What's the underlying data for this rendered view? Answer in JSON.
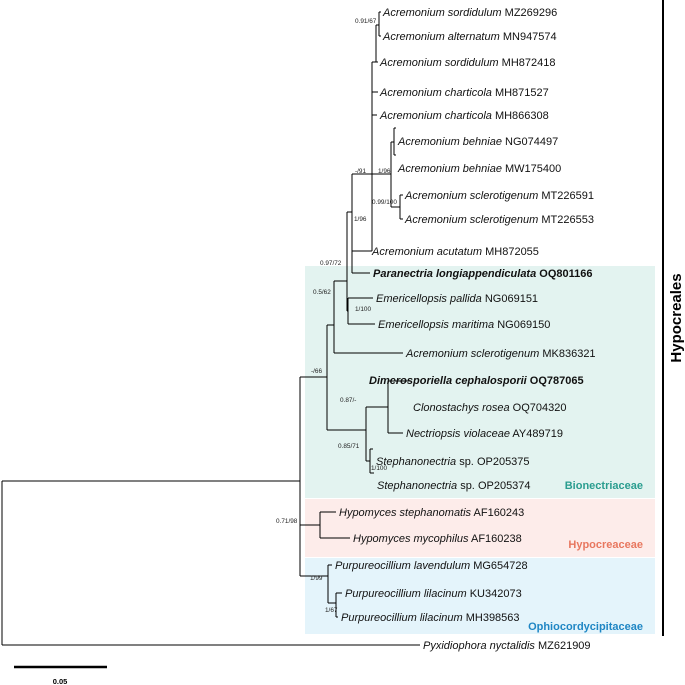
{
  "taxa": [
    {
      "species": "Acremonium sordidulum",
      "accession": "MZ269296",
      "bold": false
    },
    {
      "species": "Acremonium alternatum",
      "accession": "MN947574",
      "bold": false
    },
    {
      "species": "Acremonium sordidulum",
      "accession": "MH872418",
      "bold": false
    },
    {
      "species": "Acremonium charticola",
      "accession": "MH871527",
      "bold": false
    },
    {
      "species": "Acremonium charticola",
      "accession": "MH866308",
      "bold": false
    },
    {
      "species": "Acremonium behniae",
      "accession": "NG074497",
      "bold": false
    },
    {
      "species": "Acremonium behniae",
      "accession": "MW175400",
      "bold": false
    },
    {
      "species": "Acremonium sclerotigenum",
      "accession": "MT226591",
      "bold": false
    },
    {
      "species": "Acremonium sclerotigenum",
      "accession": "MT226553",
      "bold": false
    },
    {
      "species": "Acremonium acutatum",
      "accession": "MH872055",
      "bold": false
    },
    {
      "species": "Paranectria longiappendiculata",
      "accession": "OQ801166",
      "bold": true
    },
    {
      "species": "Emericellopsis pallida",
      "accession": "NG069151",
      "bold": false
    },
    {
      "species": "Emericellopsis maritima",
      "accession": "NG069150",
      "bold": false
    },
    {
      "species": "Acremonium sclerotigenum",
      "accession": "MK836321",
      "bold": false
    },
    {
      "species": "Dimerosporiella cephalosporii",
      "accession": "OQ787065",
      "bold": true
    },
    {
      "species": "Clonostachys rosea",
      "accession": "OQ704320",
      "bold": false
    },
    {
      "species": "Nectriopsis violaceae",
      "accession": "AY489719",
      "bold": false
    },
    {
      "species": "Stephanonectria",
      "sp_suffix": "sp.",
      "accession": "OP205375",
      "bold": false
    },
    {
      "species": "Stephanonectria",
      "sp_suffix": "sp.",
      "accession": "OP205374",
      "bold": false
    },
    {
      "species": "Hypomyces stephanomatis",
      "accession": "AF160243",
      "bold": false
    },
    {
      "species": "Hypomyces mycophilus",
      "accession": "AF160238",
      "bold": false
    },
    {
      "species": "Purpureocillium lavendulum",
      "accession": "MG654728",
      "bold": false
    },
    {
      "species": "Purpureocillium lilacinum",
      "accession": "KU342073",
      "bold": false
    },
    {
      "species": "Purpureocillium lilacinum",
      "accession": "MH398563",
      "bold": false
    },
    {
      "species": "Pyxidiophora nyctalidis",
      "accession": "MZ621909",
      "bold": false
    }
  ],
  "support_values": [
    "0.91/67",
    "1/96",
    "0.99/100",
    "-/91",
    "1/96",
    "0.97/72",
    "1/100",
    "0.5/62",
    "-/66",
    "0.87/-",
    "0.85/71",
    "1/100",
    "0.71/98",
    "1/99",
    "1/67"
  ],
  "families": [
    {
      "name": "Bionectriaceae",
      "color": "#2a9d8f",
      "background": "#e3f3f0"
    },
    {
      "name": "Hypocreaceae",
      "color": "#e8775f",
      "background": "#fdecea"
    },
    {
      "name": "Ophiocordycipitaceae",
      "color": "#1f86c4",
      "background": "#e4f4fb"
    }
  ],
  "order": {
    "name": "Hypocreales"
  },
  "scale_bar": {
    "label": "0.05"
  }
}
